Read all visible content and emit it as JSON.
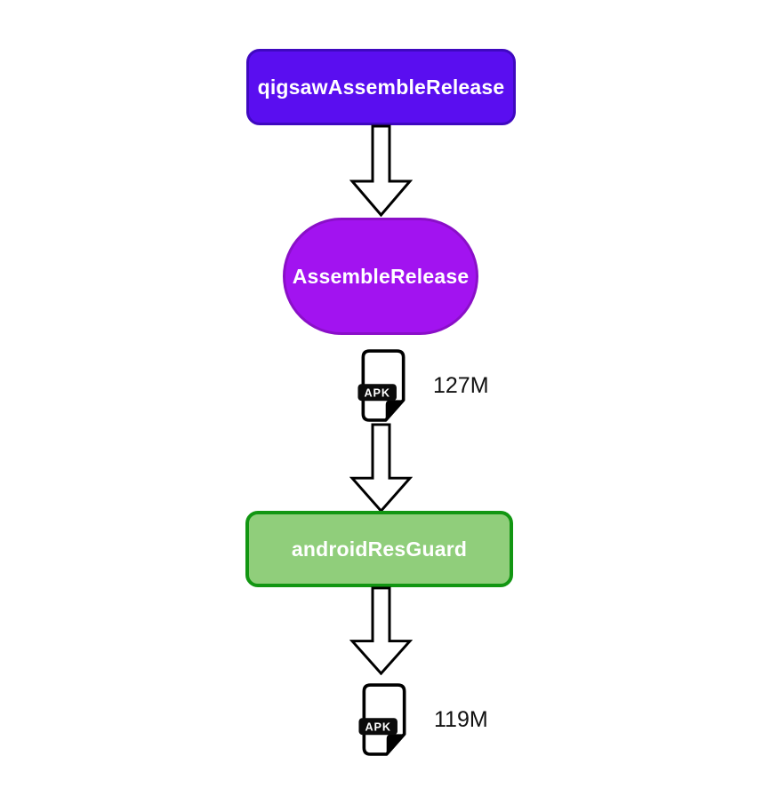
{
  "diagram": {
    "type": "flowchart-vertical",
    "background_color": "#ffffff",
    "nodes": [
      {
        "id": "qigsawAssembleRelease",
        "label": "qigsawAssembleRelease",
        "shape": "rounded-rectangle",
        "fill_color": "#5a0ef0",
        "border_color": "#3f08c0",
        "text_color": "#ffffff"
      },
      {
        "id": "AssembleRelease",
        "label": "AssembleRelease",
        "shape": "stadium",
        "fill_color": "#a213f0",
        "border_color": "#8a0fc8",
        "text_color": "#ffffff"
      },
      {
        "id": "androidResGuard",
        "label": "androidResGuard",
        "shape": "rounded-rectangle",
        "fill_color": "#90ce7b",
        "border_color": "#129612",
        "text_color": "#ffffff"
      }
    ],
    "artifacts": [
      {
        "id": "apk-output-1",
        "icon": "apk-file-icon",
        "badge": "APK",
        "size_label": "127M"
      },
      {
        "id": "apk-output-2",
        "icon": "apk-file-icon",
        "badge": "APK",
        "size_label": "119M"
      }
    ],
    "edges": [
      {
        "from": "qigsawAssembleRelease",
        "to": "AssembleRelease",
        "style": "hollow-block-arrow-down"
      },
      {
        "from": "apk-output-1",
        "to": "androidResGuard",
        "style": "hollow-block-arrow-down"
      },
      {
        "from": "androidResGuard",
        "to": "apk-output-2",
        "style": "hollow-block-arrow-down"
      }
    ],
    "arrow_outline_color": "#000000",
    "arrow_fill_color": "#ffffff",
    "size_label_color": "#111111"
  }
}
